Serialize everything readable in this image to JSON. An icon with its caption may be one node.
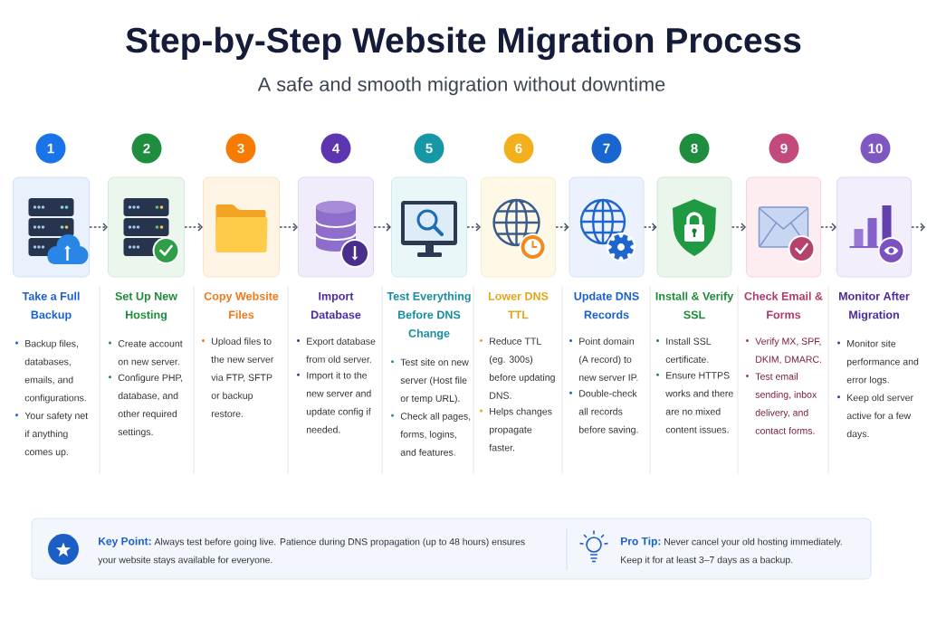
{
  "diagram": {
    "title": "Step-by-Step Website Migration Process",
    "nodes": [
      {
        "text": [
          "1"
        ]
      },
      {
        "text": [
          "2"
        ]
      },
      {
        "text": [
          "3"
        ]
      },
      {
        "text": [
          "4"
        ]
      },
      {
        "text": [
          "5"
        ]
      },
      {
        "text": [
          "6"
        ]
      },
      {
        "text": [
          "7"
        ]
      },
      {
        "text": [
          "8"
        ]
      },
      {
        "text": [
          "9"
        ]
      },
      {
        "text": [
          "10"
        ]
      },
      {
        "text": [
          "Take a Full Backup",
          "Backup files, databases, emails, and configurations.",
          "Your safety net if anything comes up."
        ]
      },
      {
        "text": [
          "Set Up New Hosting",
          "Create account on new server.",
          "Configure PHP, database, and other required settings."
        ]
      },
      {
        "text": [
          "Copy Website Files",
          "Upload files to the new server via FTP, SFTP or backup restore."
        ]
      },
      {
        "text": [
          "Import Database",
          "Export database from old server.",
          "Import it to the new server and update config if needed."
        ]
      },
      {
        "text": [
          "Test Everything Before DNS Change",
          "Test site on new server (Host file or temp URL).",
          "Check all pages, forms, logins, and features."
        ]
      },
      {
        "text": [
          "Lower DNS TTL",
          "Reduce TTL (eg. 300s) before updating DNS.",
          "Helps changes propagate faster."
        ]
      },
      {
        "text": [
          "Update DNS Records",
          "Point domain (A record) to new server IP.",
          "Double-check all records before saving."
        ]
      },
      {
        "text": [
          "Install & Verify SSL",
          "Install SSL certificate.",
          "Ensure HTTPS works and there are no mixed content issues."
        ]
      },
      {
        "text": [
          "Check Email & Forms",
          "Verify MX, SPF, DKIM, DMARC.",
          "Test email sending, inbox delivery, and contact forms."
        ]
      },
      {
        "text": [
          "Monitor After Migration",
          "Monitor site performance and error logs.",
          "Keep old server active for a few days."
        ]
      },
      {
        "text": [
          "Key Point:",
          "Always test before going live. Patience during DNS propagation (up to 48 hours) ensures your website stays available for everyone.",
          "Pro Tip:",
          "Never cancel your old hosting immediately. Keep it for at least 3–7 days as a backup."
        ]
      }
    ],
    "edges": [
      {
        "from": 10,
        "to": 11,
        "arrow": "to",
        "style": "dashed"
      },
      {
        "from": 11,
        "to": 12,
        "arrow": "to",
        "style": "dashed"
      },
      {
        "from": 12,
        "to": 13,
        "arrow": "to",
        "style": "dashed"
      },
      {
        "from": 13,
        "to": 14,
        "arrow": "to",
        "style": "dashed"
      },
      {
        "from": 14,
        "to": 15,
        "arrow": "to",
        "style": "dashed"
      },
      {
        "from": 15,
        "to": 16,
        "arrow": "to",
        "style": "dashed"
      },
      {
        "from": 16,
        "to": 17,
        "arrow": "to",
        "style": "dashed"
      },
      {
        "from": 17,
        "to": 18,
        "arrow": "to",
        "style": "dashed"
      },
      {
        "from": 18,
        "to": 19,
        "arrow": "to",
        "style": "dashed"
      },
      {
        "from": 19,
        "to": null,
        "arrow": "to",
        "style": "dashed"
      }
    ],
    "labels": [
      "A safe and smooth migration without downtime"
    ]
  }
}
